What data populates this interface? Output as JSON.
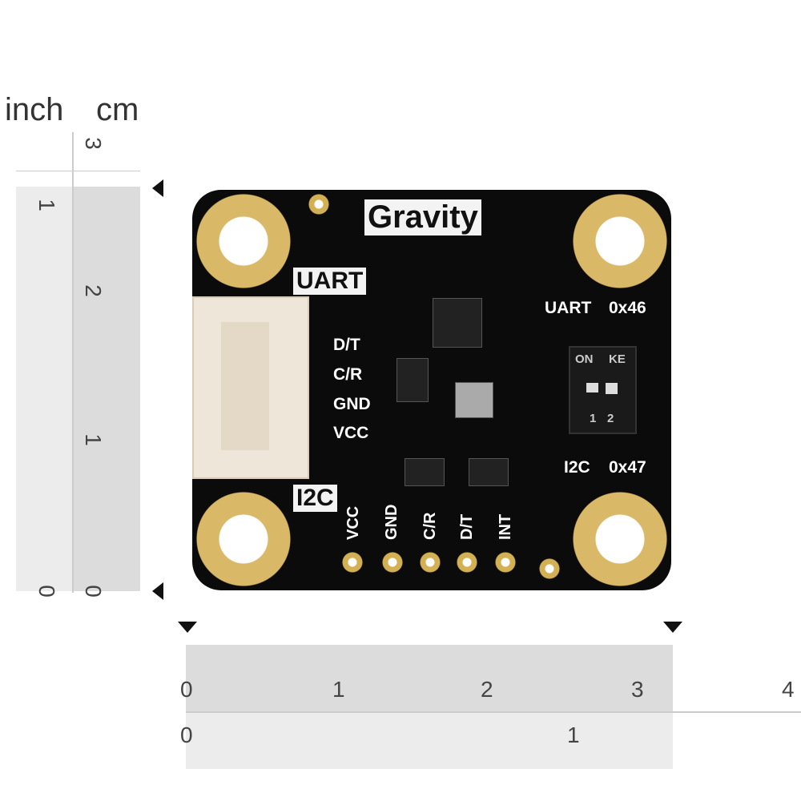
{
  "ruler": {
    "inch_label": "inch",
    "cm_label": "cm",
    "left_inch": [
      "1",
      "0"
    ],
    "left_cm": [
      "3",
      "2",
      "1",
      "0"
    ],
    "bottom_cm": [
      "0",
      "1",
      "2",
      "3",
      "4"
    ],
    "bottom_inch": [
      "0",
      "1"
    ]
  },
  "board": {
    "brand": "Gravity",
    "uart_label": "UART",
    "i2c_label": "I2C",
    "side_pins": [
      "D/T",
      "C/R",
      "GND",
      "VCC"
    ],
    "bottom_pins": [
      "VCC",
      "GND",
      "C/R",
      "D/T",
      "INT"
    ],
    "switch": {
      "top_left": "UART",
      "top_right": "0x46",
      "bottom_left": "I2C",
      "bottom_right": "0x47",
      "on": "ON",
      "ke": "KE",
      "n1": "1",
      "n2": "2"
    }
  },
  "colors": {
    "board": "#0b0b0b",
    "gold": "#d9b867",
    "silk": "#ffffff"
  }
}
